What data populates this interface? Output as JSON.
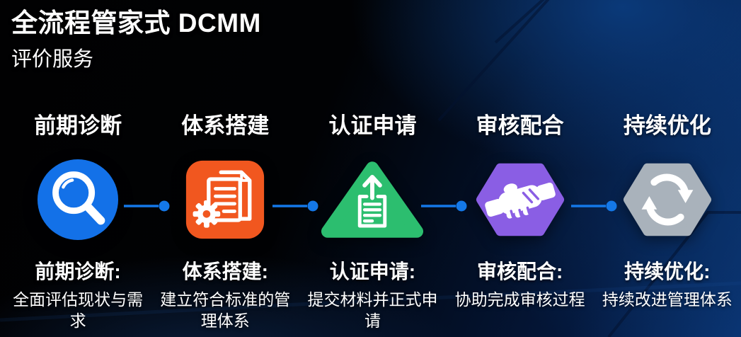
{
  "header": {
    "title": "全流程管家式 DCMM",
    "subtitle": "评价服务"
  },
  "connector": {
    "color": "#1478e8"
  },
  "steps": [
    {
      "title": "前期诊断",
      "shape": "circle",
      "icon": "magnifier-icon",
      "color": "#1371e8",
      "label": "前期诊断:",
      "desc": "全面评估现状与需求"
    },
    {
      "title": "体系搭建",
      "shape": "rounded-square",
      "icon": "document-gear-icon",
      "color": "#f1571f",
      "label": "体系搭建:",
      "desc": "建立符合标准的管理体系"
    },
    {
      "title": "认证申请",
      "shape": "rounded-triangle",
      "icon": "upload-document-icon",
      "color": "#2cbe6f",
      "label": "认证申请:",
      "desc": "提交材料并正式申请"
    },
    {
      "title": "审核配合",
      "shape": "hexagon",
      "icon": "handshake-icon",
      "color": "#8a5ee4",
      "label": "审核配合:",
      "desc": "协助完成审核过程"
    },
    {
      "title": "持续优化",
      "shape": "hexagon",
      "icon": "refresh-icon",
      "color": "#a9b2bb",
      "label": "持续优化:",
      "desc": "持续改进管理体系"
    }
  ]
}
